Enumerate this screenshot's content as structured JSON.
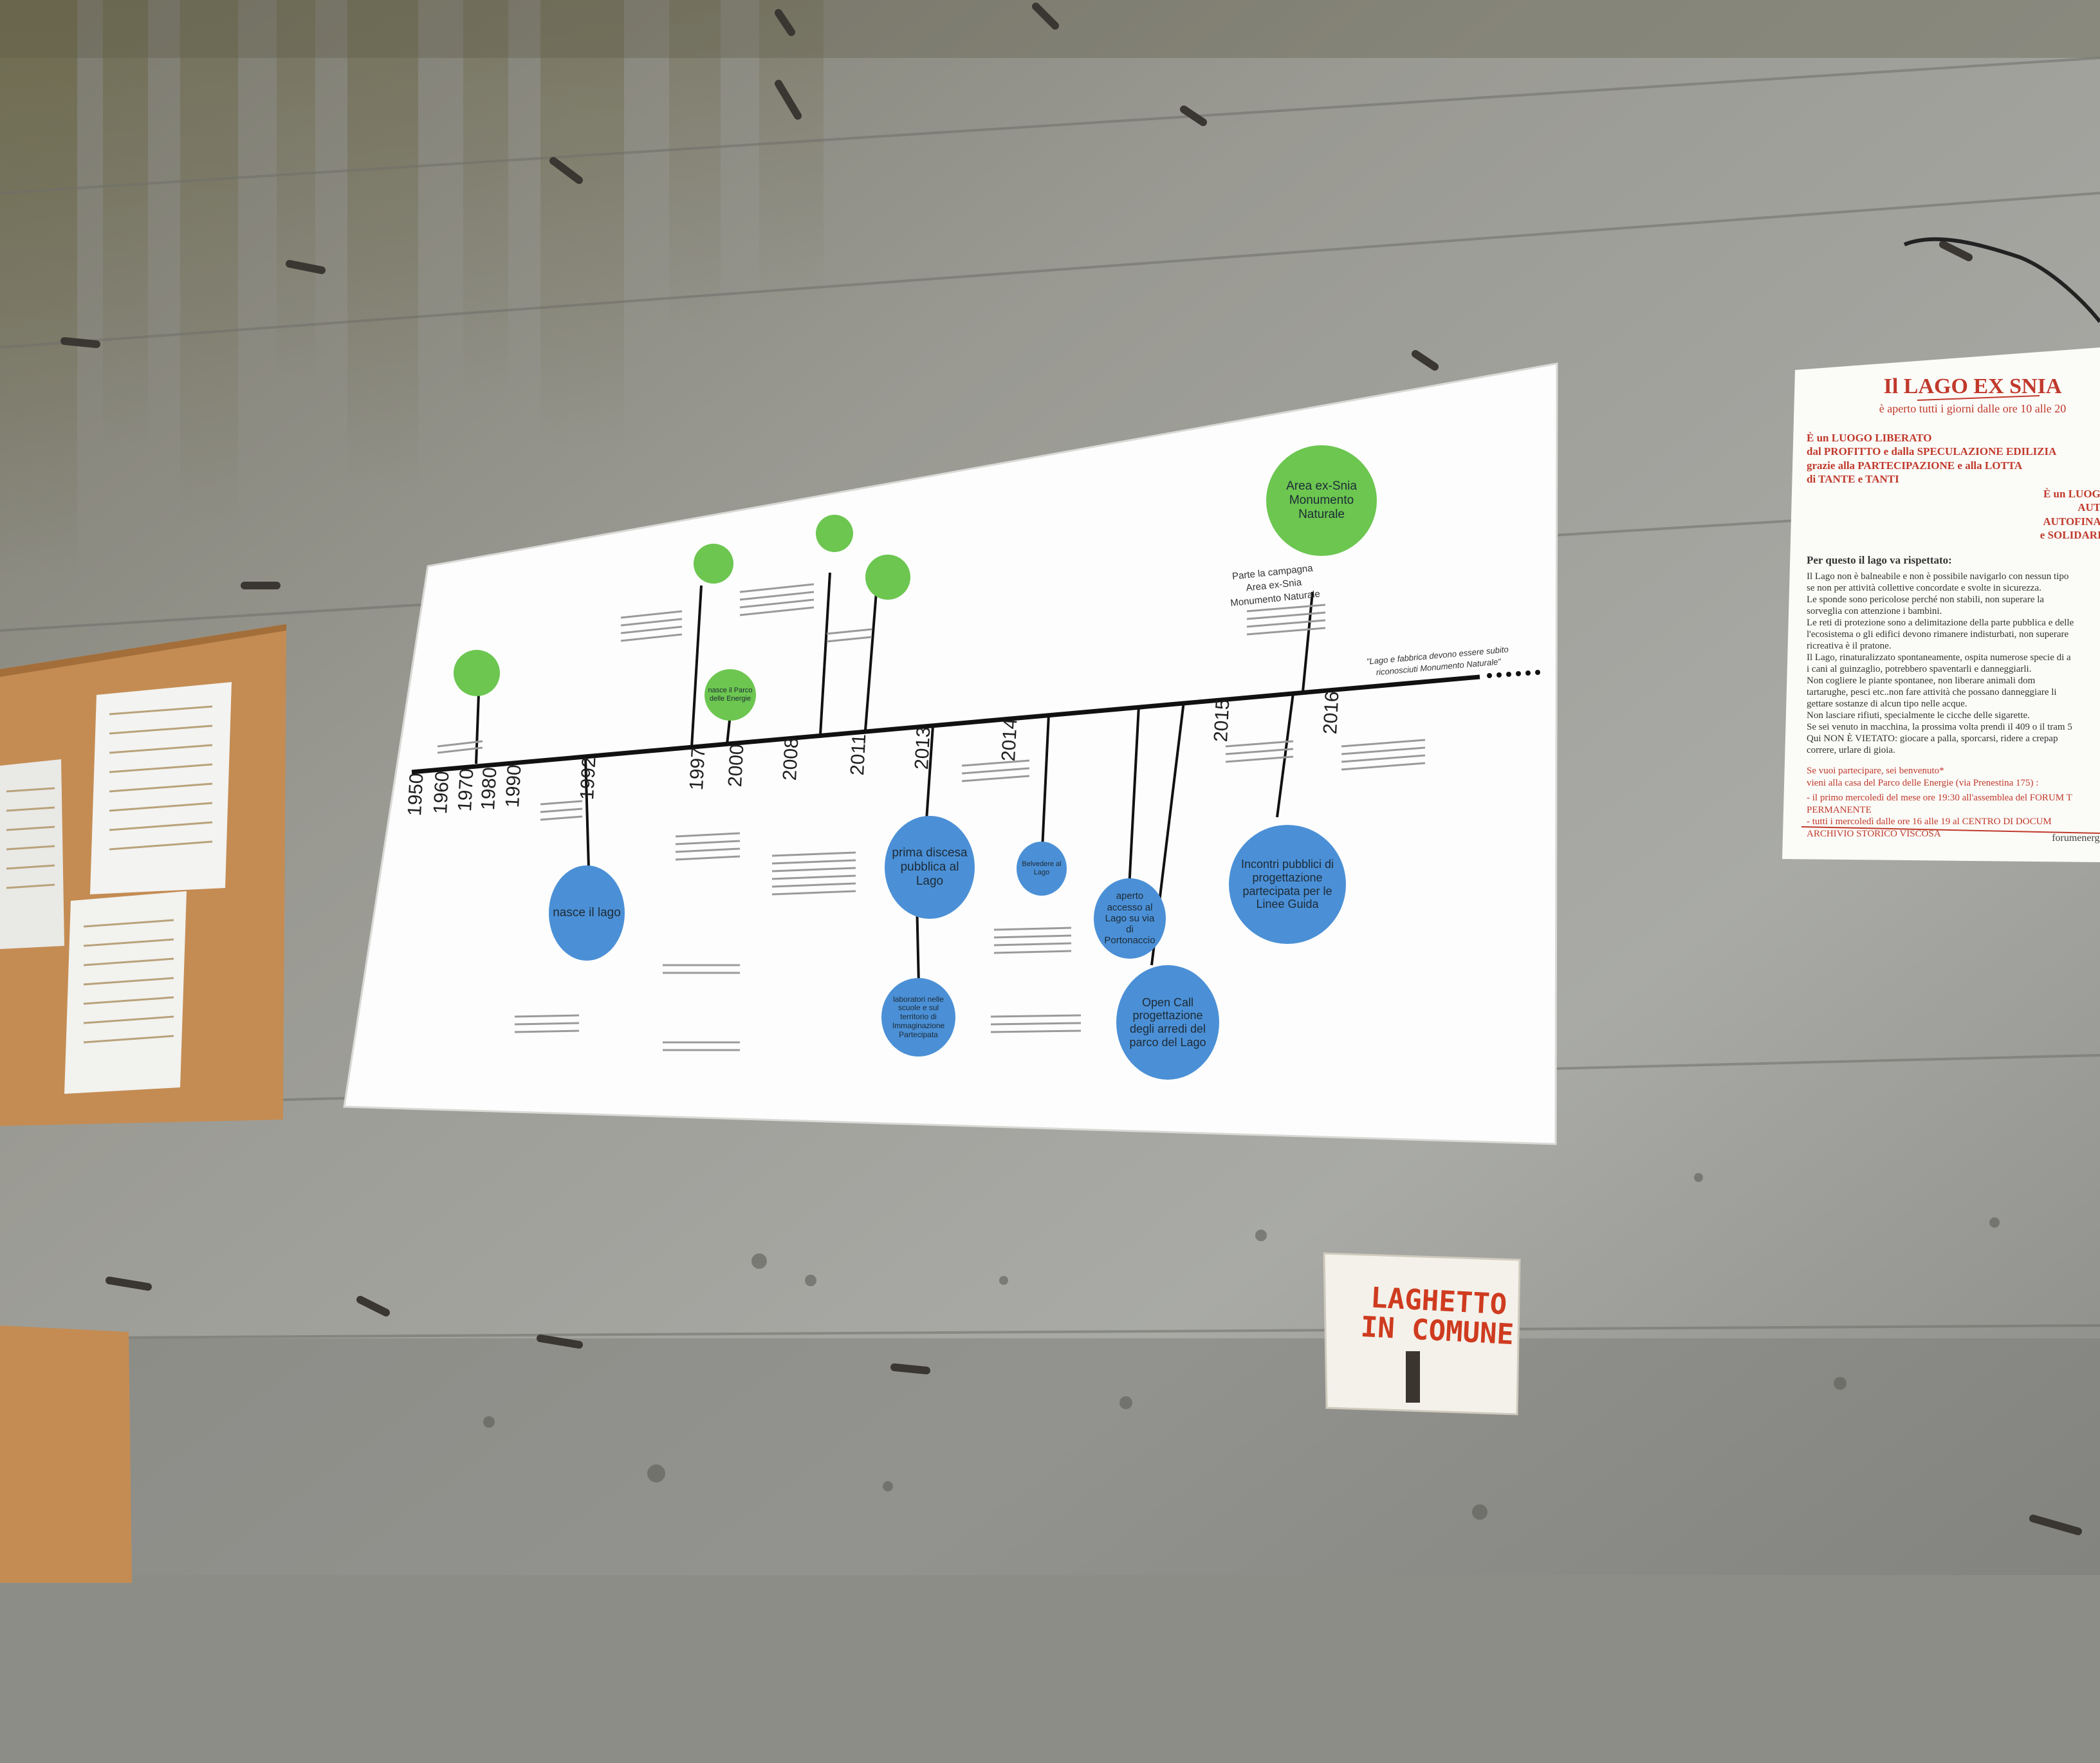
{
  "timeline": {
    "years": [
      "1950",
      "1960",
      "1970",
      "1980",
      "1990",
      "1992",
      "1997",
      "2000",
      "2008",
      "2011",
      "2013",
      "2014",
      "2015",
      "2016"
    ],
    "bubbles": {
      "area_exsnia": "Area ex-Snia Monumento Naturale",
      "nasce_parco": "nasce il Parco delle Energie",
      "nasce_lago": "nasce il lago",
      "prima_discesa": "prima discesa pubblica al Lago",
      "laboratori": "laboratori nelle scuole e sul territorio di Immaginazione Partecipata",
      "belvedere": "Belvedere al Lago",
      "aperto_accesso": "aperto accesso al Lago su via di Portonaccio",
      "open_call": "Open Call progettazione degli arredi del parco del Lago",
      "incontri": "Incontri pubblici di progettazione partecipata per le Linee Guida"
    },
    "campaign_note": "Parte la campagna Area ex-Snia Monumento Naturale",
    "italic_note": "\"Lago e fabbrica devono essere subito riconosciuti Monumento Naturale\""
  },
  "notice": {
    "title": "Il LAGO EX SNIA",
    "subtitle": "è aperto tutti i giorni dalle ore 10 alle 20",
    "intro_lines": [
      "È un LUOGO LIBERATO",
      "dal PROFITTO e dalla SPECULAZIONE EDILIZIA",
      "grazie alla PARTECIPAZIONE e alla LOTTA",
      "di TANTE e TANTI"
    ],
    "right_lines": [
      "È un LUOGO",
      "AUTO",
      "AUTOFINAN",
      "e SOLIDARIE"
    ],
    "respect_heading": "Per questo il lago va rispettato:",
    "rules": [
      "Il Lago non è balneabile e non è possibile navigarlo con nessun tipo",
      "se non per attività collettive concordate e svolte in sicurezza.",
      "Le sponde sono pericolose perché non stabili, non superare la",
      "sorveglia con attenzione i bambini.",
      "Le reti di protezione sono a delimitazione della parte pubblica e delle",
      "l'ecosistema o gli edifici devono rimanere indisturbati, non superare",
      "ricreativa è il pratone.",
      "Il Lago, rinaturalizzato spontaneamente, ospita numerose specie di a",
      "i cani al guinzaglio, potrebbero spaventarli e danneggiarli.",
      "Non cogliere le piante spontanee, non liberare animali dom",
      "tartarughe, pesci etc..non fare attività che possano danneggiare li",
      "gettare sostanze di alcun tipo nelle acque.",
      "Non lasciare rifiuti, specialmente le cicche delle sigarette.",
      "Se sei venuto in macchina, la prossima volta prendi il 409 o il tram 5",
      "Qui NON È VIETATO: giocare a palla, sporcarsi, ridere a crepap",
      "correre, urlare di gioia."
    ],
    "partecipa": "Se vuoi partecipare, sei benvenuto*",
    "partecipa2": "vieni alla casa del Parco delle Energie (via Prenestina 175) :",
    "events": [
      "- il primo mercoledì del mese ore 19:30 all'assemblea del FORUM T",
      "PERMANENTE",
      "- tutti i mercoledì dalle ore 16 alle 19 al CENTRO DI DOCUM",
      "ARCHIVIO STORICO VISCOSA"
    ],
    "footer": "forumenergi"
  },
  "sign": {
    "line1": "LAGHETTO",
    "line2": "IN COMUNE"
  },
  "colors": {
    "concrete": "#8d8d88",
    "board": "#fdfdfd",
    "bubble_blue": "#4b90d6",
    "bubble_green": "#6cc650",
    "notice_red": "#c0392b",
    "wood": "#c8935a"
  }
}
